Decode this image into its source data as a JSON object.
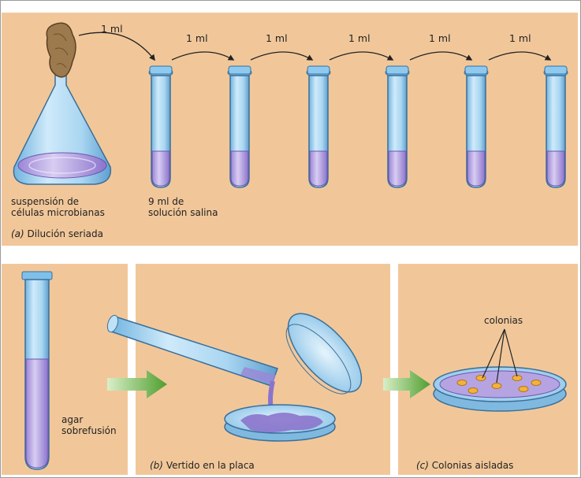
{
  "panel_a": {
    "transfer_labels": [
      "1 ml",
      "1 ml",
      "1 ml",
      "1 ml",
      "1 ml",
      "1 ml"
    ],
    "flask_label_line1": "suspensión de",
    "flask_label_line2": "células microbianas",
    "tube_label_line1": "9 ml de",
    "tube_label_line2": "solución salina",
    "caption_letter": "(a)",
    "caption_text": "Dilución seriada"
  },
  "panel_b": {
    "agar_label_line1": "agar",
    "agar_label_line2": "sobrefusión",
    "caption_letter": "(b)",
    "caption_text": "Vertido en la placa"
  },
  "panel_c": {
    "colonies_label": "colonias",
    "caption_letter": "(c)",
    "caption_text": "Colonias aisladas"
  },
  "colors": {
    "panel_bg": "#f1c79a",
    "glass": "#9fd0ee",
    "liquid": "#b9a6e0",
    "arrow_green": "#5aa83a"
  }
}
